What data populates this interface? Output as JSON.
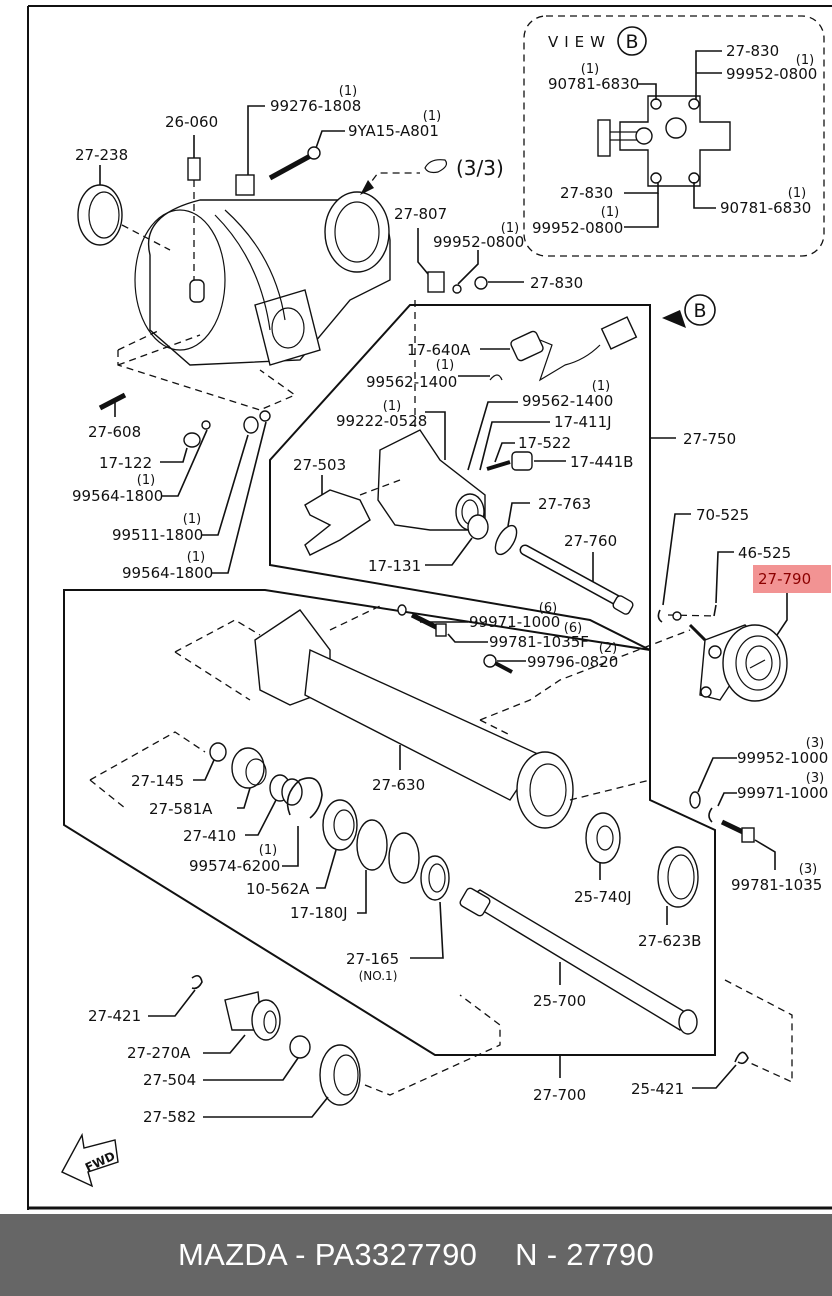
{
  "diagram": {
    "title_ref": "(3/3)",
    "view_label": "VIEW",
    "view_letter": "B",
    "callout_letter": "B",
    "fwd_label": "FWD",
    "highlight_color": "#f08080",
    "highlight_text_color": "#8b0000",
    "highlighted_part": "27-790",
    "labels": {
      "p27_238": "27-238",
      "p26_060": "26-060",
      "p99276_1808": "99276-1808",
      "p99276_1808_q": "(1)",
      "p9YA15_A801": "9YA15-A801",
      "p9YA15_A801_q": "(1)",
      "p27_807": "27-807",
      "p99952_0800_a": "99952-0800",
      "p99952_0800_a_q": "(1)",
      "p27_830_a": "27-830",
      "p17_640A": "17-640A",
      "p99562_1400_a": "99562-1400",
      "p99562_1400_a_q": "(1)",
      "p99562_1400_b": "99562-1400",
      "p99562_1400_b_q": "(1)",
      "p99222_0528": "99222-0528",
      "p99222_0528_q": "(1)",
      "p17_411J": "17-411J",
      "p17_522": "17-522",
      "p17_441B": "17-441B",
      "p27_503": "27-503",
      "p27_750": "27-750",
      "p27_763": "27-763",
      "p27_760": "27-760",
      "p17_131": "17-131",
      "p27_608": "27-608",
      "p17_122": "17-122",
      "p99564_1800_a": "99564-1800",
      "p99564_1800_a_q": "(1)",
      "p99511_1800": "99511-1800",
      "p99511_1800_q": "(1)",
      "p99564_1800_b": "99564-1800",
      "p99564_1800_b_q": "(1)",
      "p70_525": "70-525",
      "p46_525": "46-525",
      "p27_790": "27-790",
      "p99971_1000_a": "99971-1000",
      "p99971_1000_a_q": "(6)",
      "p99781_1035F": "99781-1035F",
      "p99781_1035F_q": "(6)",
      "p99796_0820": "99796-0820",
      "p99796_0820_q": "(2)",
      "p27_145": "27-145",
      "p27_581A": "27-581A",
      "p27_630": "27-630",
      "p27_410": "27-410",
      "p99574_6200": "99574-6200",
      "p99574_6200_q": "(1)",
      "p10_562A": "10-562A",
      "p17_180J": "17-180J",
      "p27_165": "27-165",
      "p27_165_sub": "(NO.1)",
      "p25_740J": "25-740J",
      "p27_623B": "27-623B",
      "p99952_1000": "99952-1000",
      "p99952_1000_q": "(3)",
      "p99971_1000_b": "99971-1000",
      "p99971_1000_b_q": "(3)",
      "p99781_1035": "99781-1035",
      "p99781_1035_q": "(3)",
      "p25_700": "25-700",
      "p27_421": "27-421",
      "p27_270A": "27-270A",
      "p27_504": "27-504",
      "p27_582": "27-582",
      "p27_700": "27-700",
      "p25_421": "25-421"
    },
    "view_b_labels": {
      "tl_part": "90781-6830",
      "tl_q": "(1)",
      "tr_part1": "27-830",
      "tr_part2": "99952-0800",
      "tr_q": "(1)",
      "bl_part1": "27-830",
      "bl_part2": "99952-0800",
      "bl_q": "(1)",
      "br_part": "90781-6830",
      "br_q": "(1)"
    }
  },
  "footer": {
    "brand_part": "MAZDA - PA3327790",
    "ref_number": "N - 27790"
  }
}
